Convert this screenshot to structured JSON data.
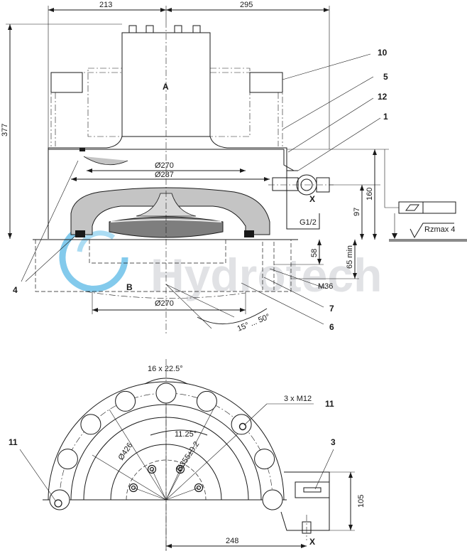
{
  "watermark": {
    "text": "Hydrotech"
  },
  "side_view": {
    "dims": {
      "width_left": "213",
      "width_right": "295",
      "height_total": "377",
      "d270_top": "Ø270",
      "d287": "Ø287",
      "d270_bottom": "Ø270",
      "h160": "160",
      "h97": "97",
      "h58": "58",
      "h65": "65 min",
      "thread_m36": "M36",
      "port_g": "G1/2",
      "angle": "15° ... 50°",
      "surface": "Rzmax 4"
    },
    "labels": {
      "a": "A",
      "b": "B",
      "x": "X"
    },
    "callouts": [
      "10",
      "5",
      "12",
      "1",
      "4",
      "7",
      "6"
    ]
  },
  "plan_view": {
    "dims": {
      "holes_top": "16 x 22.5°",
      "angle_small": "11.25°",
      "d426": "Ø426",
      "d355": "Ø355±0.2",
      "bolts": "3 x M12",
      "h105": "105",
      "w248": "248"
    },
    "labels": {
      "x": "X"
    },
    "callouts": [
      "11",
      "11",
      "3"
    ]
  }
}
